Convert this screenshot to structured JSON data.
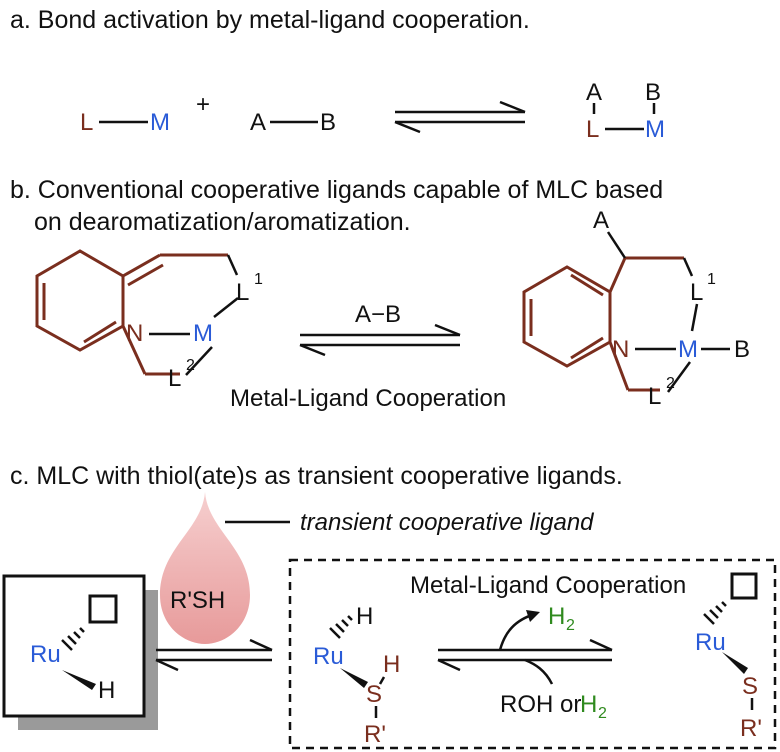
{
  "colors": {
    "ligand": "#7a2e1e",
    "metal": "#2a5bd7",
    "h2": "#2f8a1e",
    "black": "#111111",
    "drop": "#e8a2a2",
    "shadow": "#9a9a9a"
  },
  "section_a": {
    "caption": "a. Bond activation by metal-ligand cooperation.",
    "L": "L",
    "M": "M",
    "plus": "+",
    "A": "A",
    "B": "B"
  },
  "section_b": {
    "caption_line1": "b. Conventional cooperative ligands capable of MLC based",
    "caption_line2": "on dearomatization/aromatization.",
    "N": "N",
    "M": "M",
    "L": "L",
    "sup1": "1",
    "sup2": "2",
    "reagent": "A−B",
    "label": "Metal-Ligand Cooperation",
    "A": "A",
    "B": "B"
  },
  "section_c": {
    "caption": "c. MLC with thiol(ate)s as transient cooperative ligands.",
    "transient_label": "transient cooperative ligand",
    "drop_text": "R'SH",
    "box_title": "Metal-Ligand Cooperation",
    "Ru": "Ru",
    "H": "H",
    "S": "S",
    "R": "R'",
    "H2": "H",
    "sub2": "2",
    "roh": "ROH or "
  }
}
